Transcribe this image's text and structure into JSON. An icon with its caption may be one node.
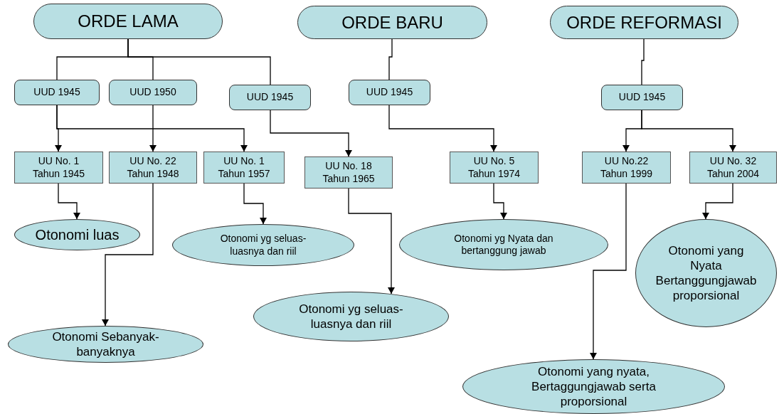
{
  "diagram": {
    "nodes": [
      {
        "text": [
          "ORDE LAMA"
        ]
      },
      {
        "text": [
          "ORDE BARU"
        ]
      },
      {
        "text": [
          "ORDE REFORMASI"
        ]
      },
      {
        "text": [
          "UUD 1945"
        ]
      },
      {
        "text": [
          "UUD 1950"
        ]
      },
      {
        "text": [
          "UUD 1945"
        ]
      },
      {
        "text": [
          "UUD 1945"
        ]
      },
      {
        "text": [
          "UUD 1945"
        ]
      },
      {
        "text": [
          "UU No. 1 Tahun 1945"
        ]
      },
      {
        "text": [
          "UU No. 22 Tahun 1948"
        ]
      },
      {
        "text": [
          "UU No. 1 Tahun 1957"
        ]
      },
      {
        "text": [
          "UU No. 18 Tahun 1965"
        ]
      },
      {
        "text": [
          "UU No. 5 Tahun 1974"
        ]
      },
      {
        "text": [
          "UU No.22 Tahun 1999"
        ]
      },
      {
        "text": [
          "UU No. 32 Tahun 2004"
        ]
      },
      {
        "text": [
          "Otonomi luas"
        ]
      },
      {
        "text": [
          "Otonomi yg seluas-luasnya dan riil"
        ]
      },
      {
        "text": [
          "Otonomi Sebanyak-banyaknya"
        ]
      },
      {
        "text": [
          "Otonomi yg seluas-luasnya dan riil"
        ]
      },
      {
        "text": [
          "Otonomi yg Nyata dan bertanggung jawab"
        ]
      },
      {
        "text": [
          "Otonomi yang Nyata Bertanggungjawab proporsional"
        ]
      },
      {
        "text": [
          "Otonomi yang nyata, Bertaggungjawab serta proporsional"
        ]
      }
    ],
    "edges": [
      {
        "from": 0,
        "to": 3,
        "arrow": "none"
      },
      {
        "from": 0,
        "to": 4,
        "arrow": "none"
      },
      {
        "from": 0,
        "to": 5,
        "arrow": "none"
      },
      {
        "from": 1,
        "to": 6,
        "arrow": "none"
      },
      {
        "from": 2,
        "to": 7,
        "arrow": "none"
      },
      {
        "from": 3,
        "to": 8,
        "arrow": "to"
      },
      {
        "from": 3,
        "to": 10,
        "arrow": "to"
      },
      {
        "from": 4,
        "to": 9,
        "arrow": "to"
      },
      {
        "from": 5,
        "to": 11,
        "arrow": "to"
      },
      {
        "from": 6,
        "to": 12,
        "arrow": "to"
      },
      {
        "from": 7,
        "to": 13,
        "arrow": "to"
      },
      {
        "from": 7,
        "to": 14,
        "arrow": "to"
      },
      {
        "from": 8,
        "to": 15,
        "arrow": "to"
      },
      {
        "from": 9,
        "to": 17,
        "arrow": "to"
      },
      {
        "from": 10,
        "to": 16,
        "arrow": "to"
      },
      {
        "from": 11,
        "to": 18,
        "arrow": "to"
      },
      {
        "from": 12,
        "to": 19,
        "arrow": "to"
      },
      {
        "from": 13,
        "to": 21,
        "arrow": "to"
      },
      {
        "from": 14,
        "to": 20,
        "arrow": "to"
      }
    ]
  }
}
